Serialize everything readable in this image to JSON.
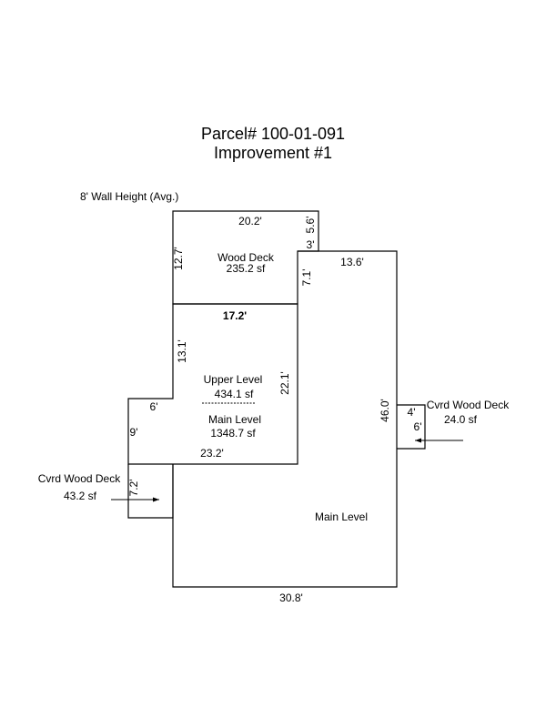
{
  "title": {
    "line1": "Parcel# 100-01-091",
    "line2": "Improvement #1"
  },
  "wall_height_note": "8' Wall Height (Avg.)",
  "areas": {
    "wood_deck": {
      "name": "Wood Deck",
      "area": "235.2 sf"
    },
    "upper_level": {
      "name": "Upper Level",
      "area": "434.1 sf"
    },
    "main_level_upper": {
      "name": "Main Level",
      "area": "1348.7 sf"
    },
    "main_level": {
      "name": "Main Level"
    },
    "cvrd_deck_left": {
      "name": "Cvrd Wood Deck",
      "area": "43.2 sf"
    },
    "cvrd_deck_right": {
      "name": "Cvrd Wood Deck",
      "area": "24.0 sf"
    }
  },
  "dimensions": {
    "deck_top": "20.2'",
    "deck_right_short": "5.6'",
    "deck_step": "3'",
    "deck_left": "12.7'",
    "main_top": "13.6'",
    "main_step": "7.1'",
    "upper_top": "17.2'",
    "upper_left": "13.1'",
    "upper_right": "22.1'",
    "notch_top": "6'",
    "notch_left": "9'",
    "upper_bottom": "23.2'",
    "main_right": "46.0'",
    "cvrd_left_height": "7.2'",
    "cvrd_right_width": "4'",
    "cvrd_right_height": "6'",
    "main_bottom": "30.8'"
  }
}
